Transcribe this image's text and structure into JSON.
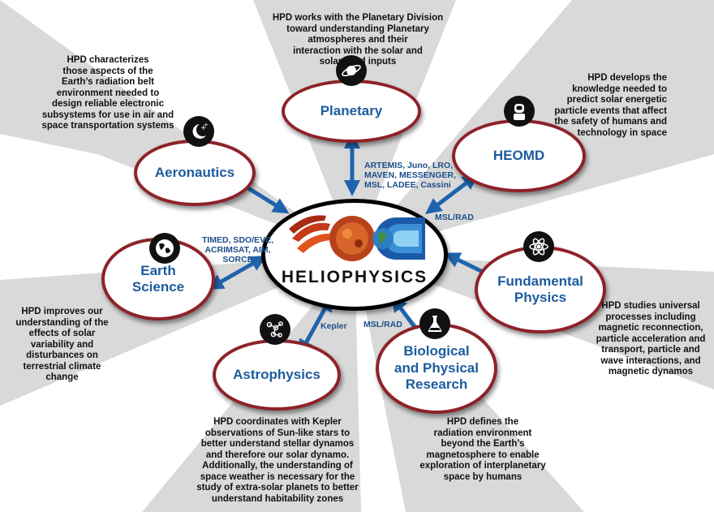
{
  "center": {
    "title": "HELIOPHYSICS"
  },
  "divisions": {
    "planetary": {
      "name": "Planetary",
      "icon": "planet-icon",
      "description": [
        "HPD works with the Planetary Division",
        "toward understanding Planetary",
        "atmospheres and their",
        "interaction with the solar and",
        "solar wind inputs"
      ]
    },
    "aeronautics": {
      "name": "Aeronautics",
      "icon": "moon-stars-icon",
      "description": [
        "HPD characterizes",
        "those aspects of the",
        "Earth’s radiation belt",
        "environment needed to",
        "design reliable electronic",
        "subsystems for use in air and",
        "space transportation systems"
      ]
    },
    "heomd": {
      "name": "HEOMD",
      "icon": "astronaut-icon",
      "description": [
        "HPD develops the",
        "knowledge needed to",
        "predict solar energetic",
        "particle events that affect",
        "the safety of humans and",
        "technology in space"
      ]
    },
    "earth_science": {
      "name_lines": [
        "Earth",
        "Science"
      ],
      "icon": "globe-icon",
      "description": [
        "HPD improves our",
        "understanding of the",
        "effects of solar",
        "variability and",
        "disturbances on",
        "terrestrial climate",
        "change"
      ]
    },
    "fundamental_physics": {
      "name_lines": [
        "Fundamental",
        "Physics"
      ],
      "icon": "atom-icon",
      "description": [
        "HPD studies universal",
        "processes including",
        "magnetic reconnection,",
        "particle acceleration and",
        "transport, particle and",
        "wave interactions, and",
        "magnetic dynamos"
      ]
    },
    "astrophysics": {
      "name": "Astrophysics",
      "icon": "constellation-icon",
      "description": [
        "HPD coordinates with Kepler",
        "observations of Sun-like stars to",
        "better understand stellar dynamos",
        "and therefore our solar dynamo.",
        "Additionally, the understanding of",
        "space weather is necessary for the",
        "study of extra-solar planets to better",
        "understand habitability zones"
      ]
    },
    "biological_physical": {
      "name_lines": [
        "Biological",
        "and Physical",
        "Research"
      ],
      "icon": "flask-icon",
      "description": [
        "HPD defines the",
        "radiation environment",
        "beyond the Earth’s",
        "magnetosphere to enable",
        "exploration of interplanetary",
        "space by humans"
      ]
    }
  },
  "missions": {
    "planetary": [
      "ARTEMIS, Juno, LRO,",
      "MAVEN, MESSENGER,",
      "MSL, LADEE, Cassini"
    ],
    "heomd": "MSL/RAD",
    "earth_science": [
      "TIMED, SDO/EVE,",
      "ACRIMSAT, AIM,",
      "SORCE"
    ],
    "astrophysics": "Kepler",
    "biological_physical": "MSL/RAD"
  },
  "colors": {
    "ring": "#8e2229",
    "text": "#1c5c9e",
    "arrow": "#1f63ad",
    "ray": "#d9d9d9"
  }
}
